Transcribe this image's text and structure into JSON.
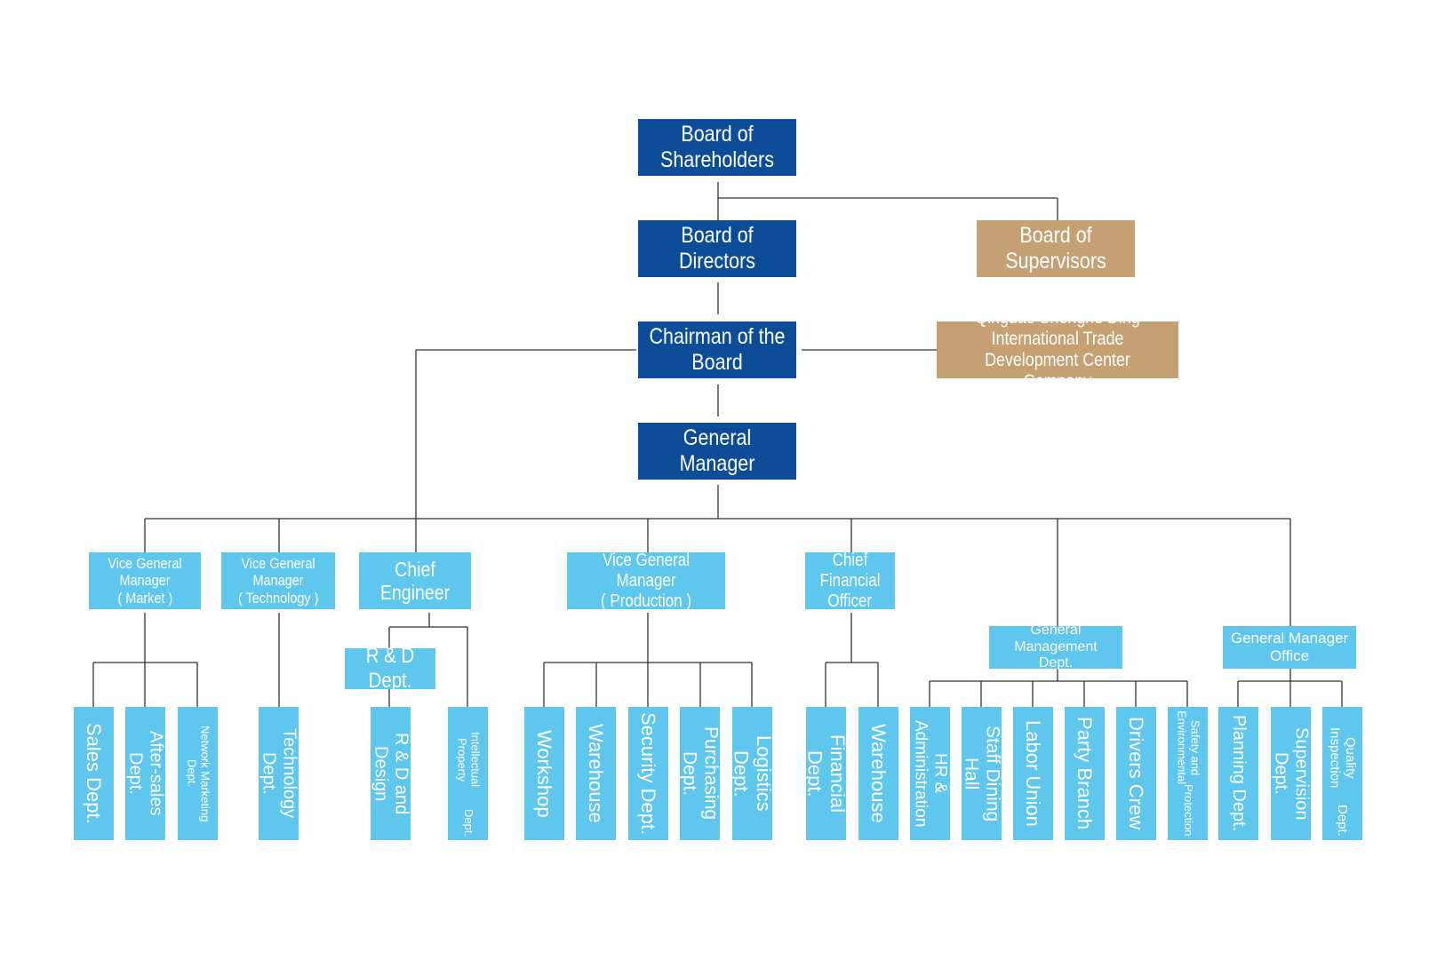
{
  "colors": {
    "dark": "#0d4c97",
    "tan": "#c5a072",
    "light": "#5fc6ee",
    "line": "#333333"
  },
  "top": {
    "shareholders": "Board of Shareholders",
    "directors": "Board of Directors",
    "supervisors": "Board of Supervisors",
    "chairman": "Chairman of the Board",
    "qingdao_line1": "Qingdao Shenghe Ding International Trade",
    "qingdao_line2": "Development Center Company",
    "general_manager": "General Manager"
  },
  "level2": {
    "vgm_market_1": "Vice General Manager",
    "vgm_market_2": "( Market )",
    "vgm_tech_1": "Vice General Manager",
    "vgm_tech_2": "( Technology )",
    "chief_engineer": "Chief Engineer",
    "vgm_prod_1": "Vice General Manager",
    "vgm_prod_2": "( Production )",
    "cfo_1": "Chief Financial",
    "cfo_2": "Officer",
    "gm_dept_1": "General Management",
    "gm_dept_2": "Dept.",
    "gm_office_1": "General Manager",
    "gm_office_2": "Office",
    "rd_dept": "R & D Dept."
  },
  "leaves": {
    "sales": "Sales Dept.",
    "aftersales": "After-sales Dept.",
    "network": "Network Marketing Dept.",
    "technology": "Technology Dept.",
    "rd_design": "R & D and Design",
    "ip_1": "Intellectual Property",
    "ip_2": "Dept.",
    "workshop": "Workshop",
    "warehouse1": "Warehouse",
    "security": "Security Dept.",
    "purchasing": "Purchasing Dept.",
    "logistics": "Logistics Dept.",
    "financial": "Financial Dept.",
    "warehouse2": "Warehouse",
    "hr": "HR & Administration",
    "dining": "Staff Dining Hall",
    "labor": "Labor Union",
    "party": "Party Branch",
    "drivers": "Drivers Crew",
    "safety_1": "Safety and Environmental",
    "safety_2": "Protection",
    "planning": "Planning Dept.",
    "supervision": "Supervision Dept.",
    "quality_1": "Quality Inspection",
    "quality_2": "Dept."
  }
}
